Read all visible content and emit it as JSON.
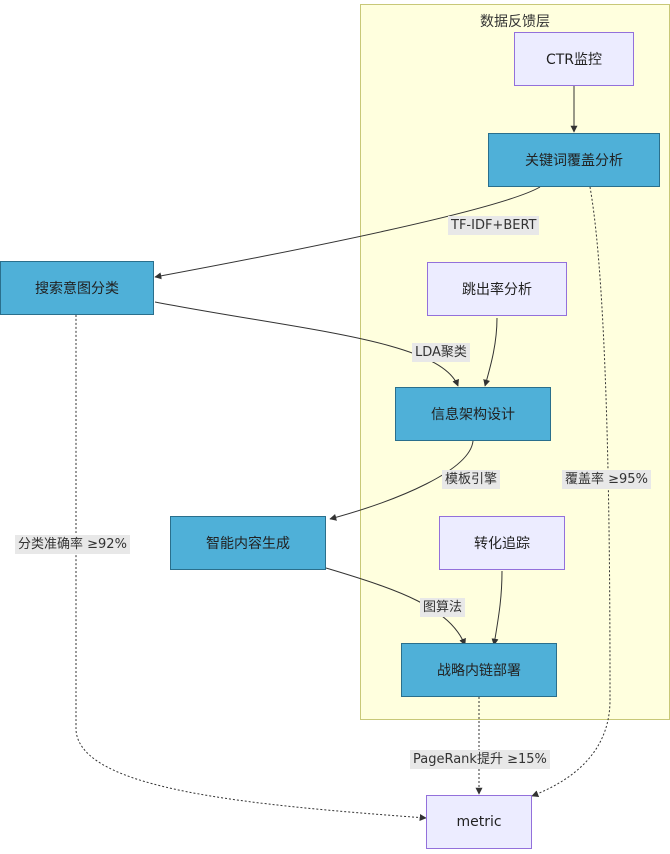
{
  "cluster": {
    "title": "数据反馈层"
  },
  "nodes": {
    "ctr": "CTR监控",
    "keyword": "关键词覆盖分析",
    "search_intent": "搜索意图分类",
    "bounce": "跳出率分析",
    "info_arch": "信息架构设计",
    "smart_content": "智能内容生成",
    "conversion": "转化追踪",
    "link_deploy": "战略内链部署",
    "metric": "metric"
  },
  "edge_labels": {
    "tfidf": "TF-IDF+BERT",
    "lda": "LDA聚类",
    "template": "模板引擎",
    "graph": "图算法",
    "coverage": "覆盖率 ≥95%",
    "classify": "分类准确率 ≥92%",
    "pagerank": "PageRank提升 ≥15%"
  },
  "colors": {
    "cluster_fill": "#ffffde",
    "cluster_border": "#c8c878",
    "process_fill": "#4fb0d8",
    "process_border": "#2a6f8c",
    "monitor_fill": "#ececff",
    "monitor_border": "#9370db",
    "edge": "#333333",
    "label_bg": "#e8e8e8"
  }
}
